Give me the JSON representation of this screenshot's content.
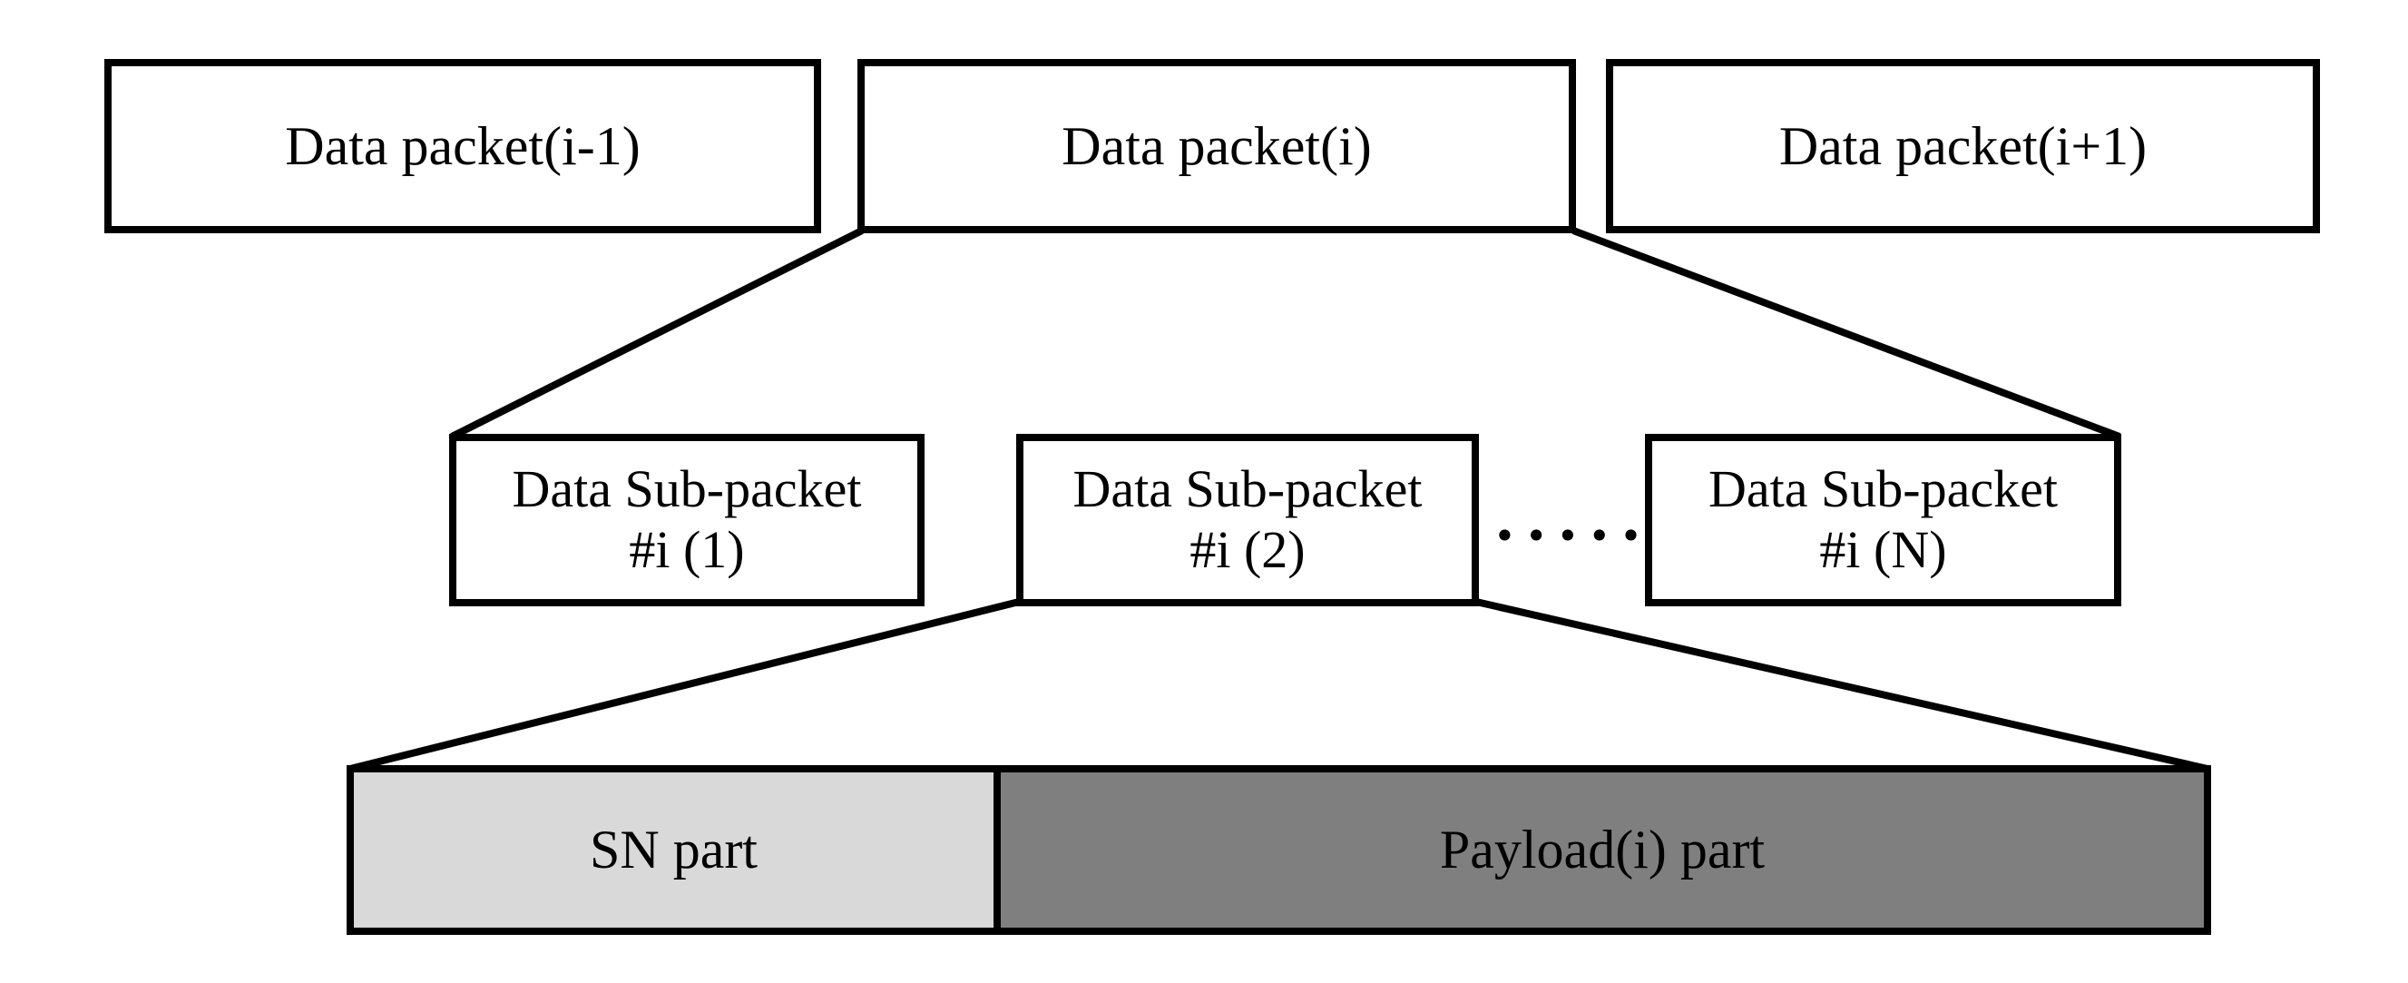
{
  "diagram": {
    "top_row": [
      {
        "label": "Data packet(i-1)"
      },
      {
        "label": "Data packet(i)"
      },
      {
        "label": "Data packet(i+1)"
      }
    ],
    "middle_row": [
      {
        "line1": "Data Sub-packet",
        "line2": "#i (1)"
      },
      {
        "line1": "Data Sub-packet",
        "line2": "#i (2)"
      },
      {
        "line1": "Data Sub-packet",
        "line2": "#i (N)"
      }
    ],
    "ellipsis": "•••••",
    "bottom_bar": {
      "sn_label": "SN part",
      "payload_label": "Payload(i) part"
    },
    "colors": {
      "sn_fill": "#d9d9d9",
      "payload_fill": "#7f7f7f",
      "line": "#000000",
      "background": "#ffffff"
    }
  }
}
